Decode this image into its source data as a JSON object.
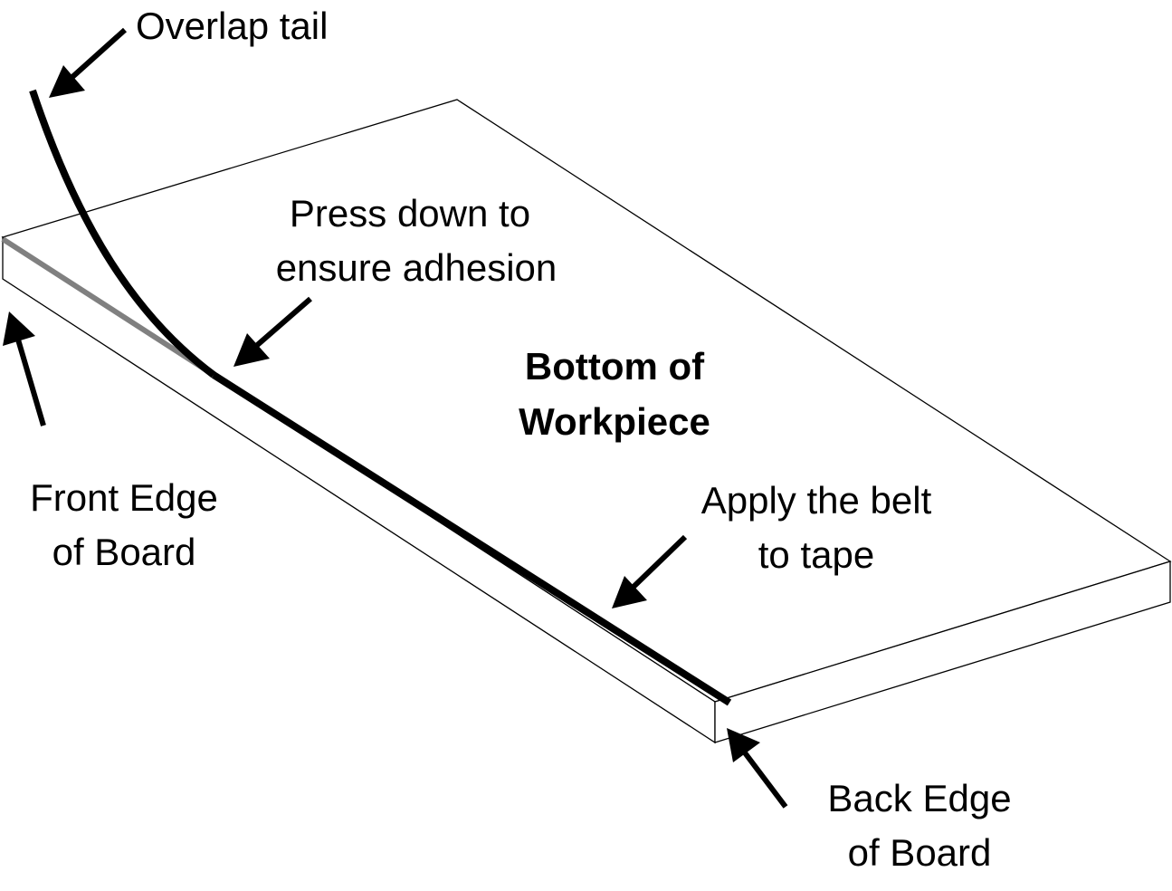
{
  "diagram": {
    "labels": {
      "overlap_tail": "Overlap tail",
      "press_down_line1": "Press down to",
      "press_down_line2": "ensure adhesion",
      "bottom_line1": "Bottom of",
      "bottom_line2": "Workpiece",
      "front_edge_line1": "Front Edge",
      "front_edge_line2": "of Board",
      "apply_belt_line1": "Apply the belt",
      "apply_belt_line2": "to tape",
      "back_edge_line1": "Back Edge",
      "back_edge_line2": "of Board"
    },
    "colors": {
      "line": "#000000",
      "tape_tail": "#000000",
      "front_edge_highlight": "#808080",
      "background": "#ffffff"
    }
  }
}
